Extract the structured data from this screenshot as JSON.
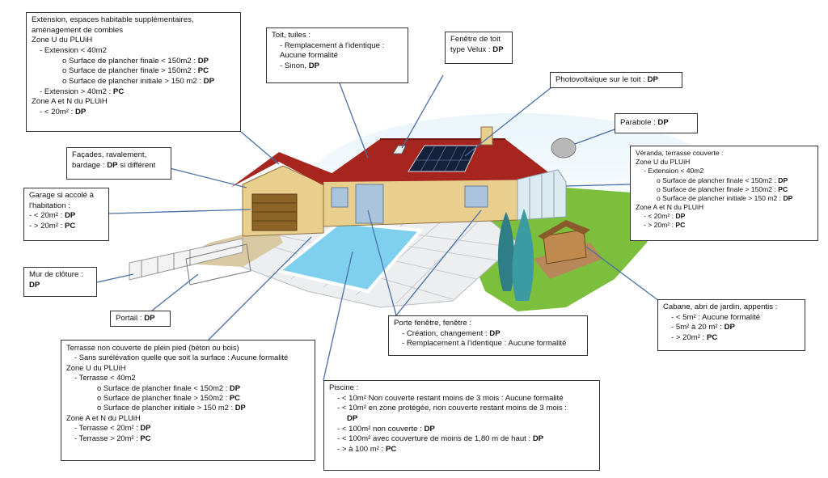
{
  "boxes": {
    "extension": {
      "title": "Extension, espaces habitable supplémentaires, aménagement de combles",
      "zone_u": "Zone U du PLUiH",
      "ext_lt40": "-   Extension < 40m2",
      "sf_lt150_txt": "o    Surface de plancher finale < 150m2 : ",
      "sf_lt150_val": "DP",
      "sf_gt150_txt": "o    Surface de plancher finale > 150m2 : ",
      "sf_gt150_val": "PC",
      "si_gt150_txt": "o    Surface de plancher initiale > 150 m2 : ",
      "si_gt150_val": "DP",
      "ext_gt40_txt": "-   Extension > 40m2 : ",
      "ext_gt40_val": "PC",
      "zone_an": "Zone A et N du PLUiH",
      "lt20_txt": "-   < 20m² : ",
      "lt20_val": "DP"
    },
    "toit": {
      "title": "Toit, tuiles :",
      "l1": "-   Remplacement à l'identique : Aucune formalité",
      "l2_txt": "-   Sinon, ",
      "l2_val": "DP"
    },
    "fenetre_toit": {
      "l1": "Fenêtre de toit",
      "l2_txt": "type Velux : ",
      "l2_val": "DP"
    },
    "photovoltaique": {
      "txt": "Photovoltaïque sur le toit : ",
      "val": "DP"
    },
    "parabole": {
      "txt": "Parabole : ",
      "val": "DP"
    },
    "veranda": {
      "title": "Véranda, terrasse couverte :",
      "zone_u": "Zone U du PLUiH",
      "ext_lt40": "-   Extension < 40m2",
      "sf_lt150_txt": "o  Surface de plancher finale < 150m2 : ",
      "sf_lt150_val": "DP",
      "sf_gt150_txt": "o  Surface de plancher finale > 150m2 : ",
      "sf_gt150_val": "PC",
      "si_gt150_txt": "o  Surface de plancher initiale > 150 m2 : ",
      "si_gt150_val": "DP",
      "zone_an": "Zone A et N du PLUiH",
      "lt20_txt": "-   < 20m² : ",
      "lt20_val": "DP",
      "gt20_txt": "-   > 20m² : ",
      "gt20_val": "PC"
    },
    "facades": {
      "l1": "Façades, ravalement,",
      "l2_txt": "bardage : ",
      "l2_val": "DP",
      "l2_end": " si différent"
    },
    "garage": {
      "l1": "Garage si accolé à",
      "l2": "l'habitation :",
      "lt20_txt": "-   < 20m² : ",
      "lt20_val": "DP",
      "gt20_txt": "-   > 20m² : ",
      "gt20_val": "PC"
    },
    "mur": {
      "l1": "Mur de clôture :",
      "val": "DP"
    },
    "portail": {
      "txt": "Portail : ",
      "val": "DP"
    },
    "terrasse": {
      "title": "Terrasse non couverte de plein pied (béton ou bois)",
      "sans": "-   Sans surélévation quelle que soit la surface : Aucune formalité",
      "zone_u": "Zone U du PLUiH",
      "t_lt40": "-   Terrasse < 40m2",
      "sf_lt150_txt": "o   Surface de plancher finale < 150m2 : ",
      "sf_lt150_val": "DP",
      "sf_gt150_txt": "o   Surface de plancher finale > 150m2 : ",
      "sf_gt150_val": "PC",
      "si_gt150_txt": "o   Surface de plancher initiale > 150 m2 : ",
      "si_gt150_val": "DP",
      "zone_an": "Zone A et N du PLUiH",
      "t_lt20_txt": "-   Terrasse < 20m² : ",
      "t_lt20_val": "DP",
      "t_gt20_txt": "-   Terrasse > 20m² : ",
      "t_gt20_val": "PC"
    },
    "porte": {
      "title": "Porte fenêtre, fenêtre :",
      "l1_txt": "-   Création, changement : ",
      "l1_val": "DP",
      "l2": "-   Remplacement à l'identique : Aucune formalité"
    },
    "piscine": {
      "title": "Piscine :",
      "l1": "-   < 10m² Non couverte restant moins de 3 mois : Aucune formalité",
      "l2": "-   < 10m² en zone protégée, non couverte restant moins de 3 mois :",
      "l2_val": "DP",
      "l3_txt": "-   < 100m² non couverte : ",
      "l3_val": "DP",
      "l4_txt": "-   < 100m² avec couverture de moins de 1,80 m de haut : ",
      "l4_val": "DP",
      "l5_txt": "-   > à 100 m² : ",
      "l5_val": "PC"
    },
    "cabane": {
      "title": "Cabane, abri de jardin, appentis :",
      "l1": "-   < 5m² : Aucune formalité",
      "l2_txt": "-   5m² à 20 m² : ",
      "l2_val": "DP",
      "l3_txt": "-   > 20m² : ",
      "l3_val": "PC"
    }
  }
}
